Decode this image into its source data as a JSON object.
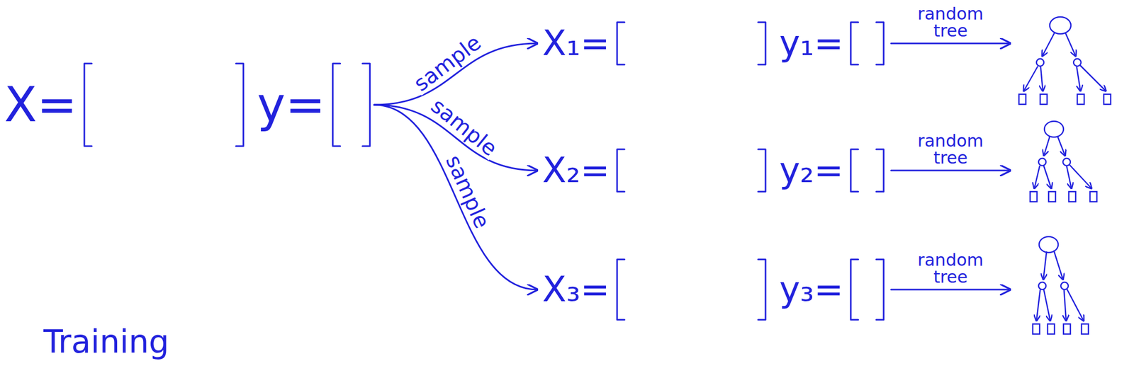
{
  "diagram": {
    "nodes": [
      {
        "text": [
          "X=",
          "y="
        ]
      },
      {
        "text": [
          "X₁=",
          "y₁="
        ]
      },
      {
        "text": [
          "X₂=",
          "y₂="
        ]
      },
      {
        "text": [
          "X₃=",
          "y₃="
        ]
      }
    ],
    "edges": [
      {
        "from": 0,
        "to": 1,
        "arrow": "to",
        "label": "sample"
      },
      {
        "from": 0,
        "to": 2,
        "arrow": "to",
        "label": "sample"
      },
      {
        "from": 0,
        "to": 3,
        "arrow": "to",
        "label": "sample"
      }
    ],
    "labels": [
      "random tree",
      "random tree",
      "random tree",
      "Training"
    ]
  }
}
